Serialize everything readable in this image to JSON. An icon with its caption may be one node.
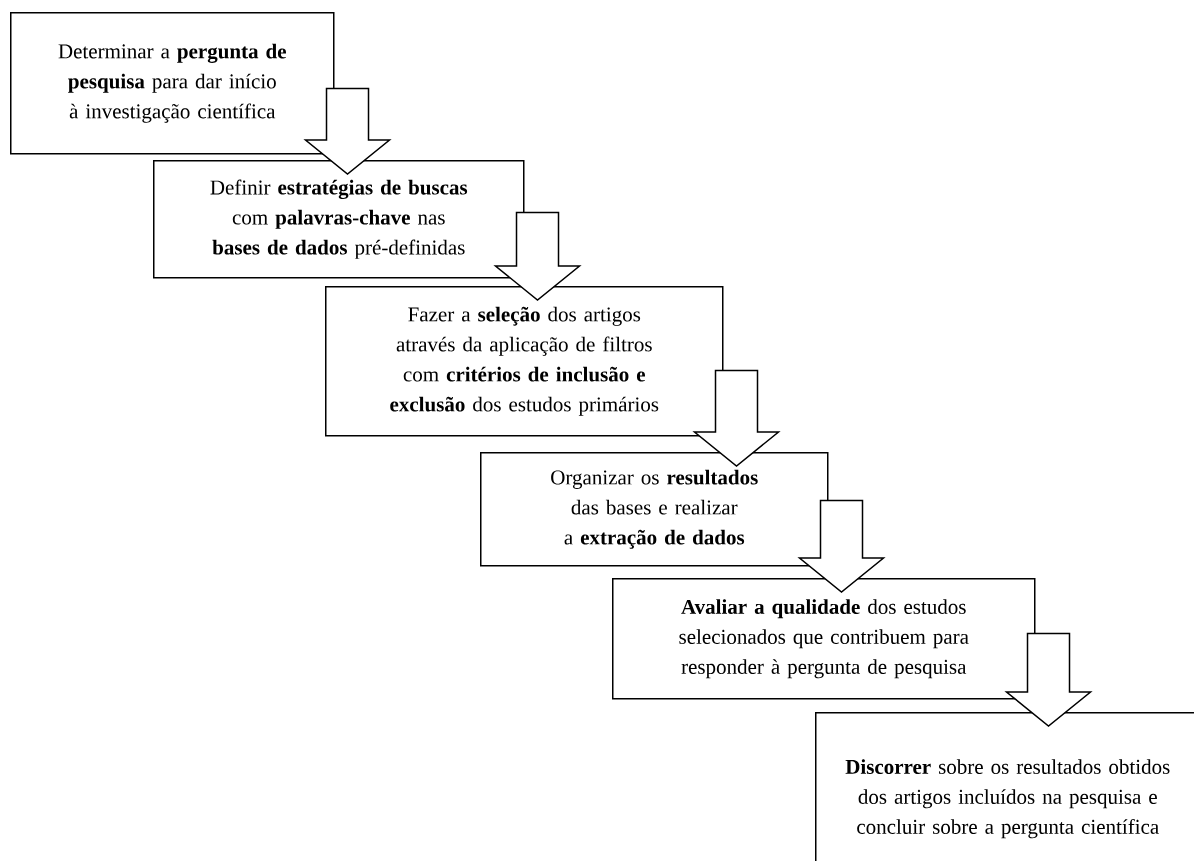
{
  "diagram": {
    "nodes": [
      {
        "text": [
          "Determinar a **pergunta de pesquisa** para dar início à investigação científica"
        ]
      },
      {
        "text": [
          "Definir **estratégias de buscas** com **palavras-chave** nas **bases de dados** pré-definidas"
        ]
      },
      {
        "text": [
          "Fazer a **seleção** dos artigos através da aplicação de filtros com **critérios de inclusão e exclusão** dos estudos primários"
        ]
      },
      {
        "text": [
          "Organizar os **resultados** das bases e realizar a **extração de dados**"
        ]
      },
      {
        "text": [
          "**Avaliar a qualidade** dos estudos selecionados que contribuem para responder à pergunta de pesquisa"
        ]
      },
      {
        "text": [
          "**Discorrer** sobre os resultados obtidos dos artigos incluídos na pesquisa e concluir sobre a pergunta científica"
        ]
      }
    ],
    "edges": [
      {
        "from": 0,
        "to": 1,
        "arrow": "to"
      },
      {
        "from": 1,
        "to": 2,
        "arrow": "to"
      },
      {
        "from": 2,
        "to": 3,
        "arrow": "to"
      },
      {
        "from": 3,
        "to": 4,
        "arrow": "to"
      },
      {
        "from": 4,
        "to": 5,
        "arrow": "to"
      }
    ]
  }
}
